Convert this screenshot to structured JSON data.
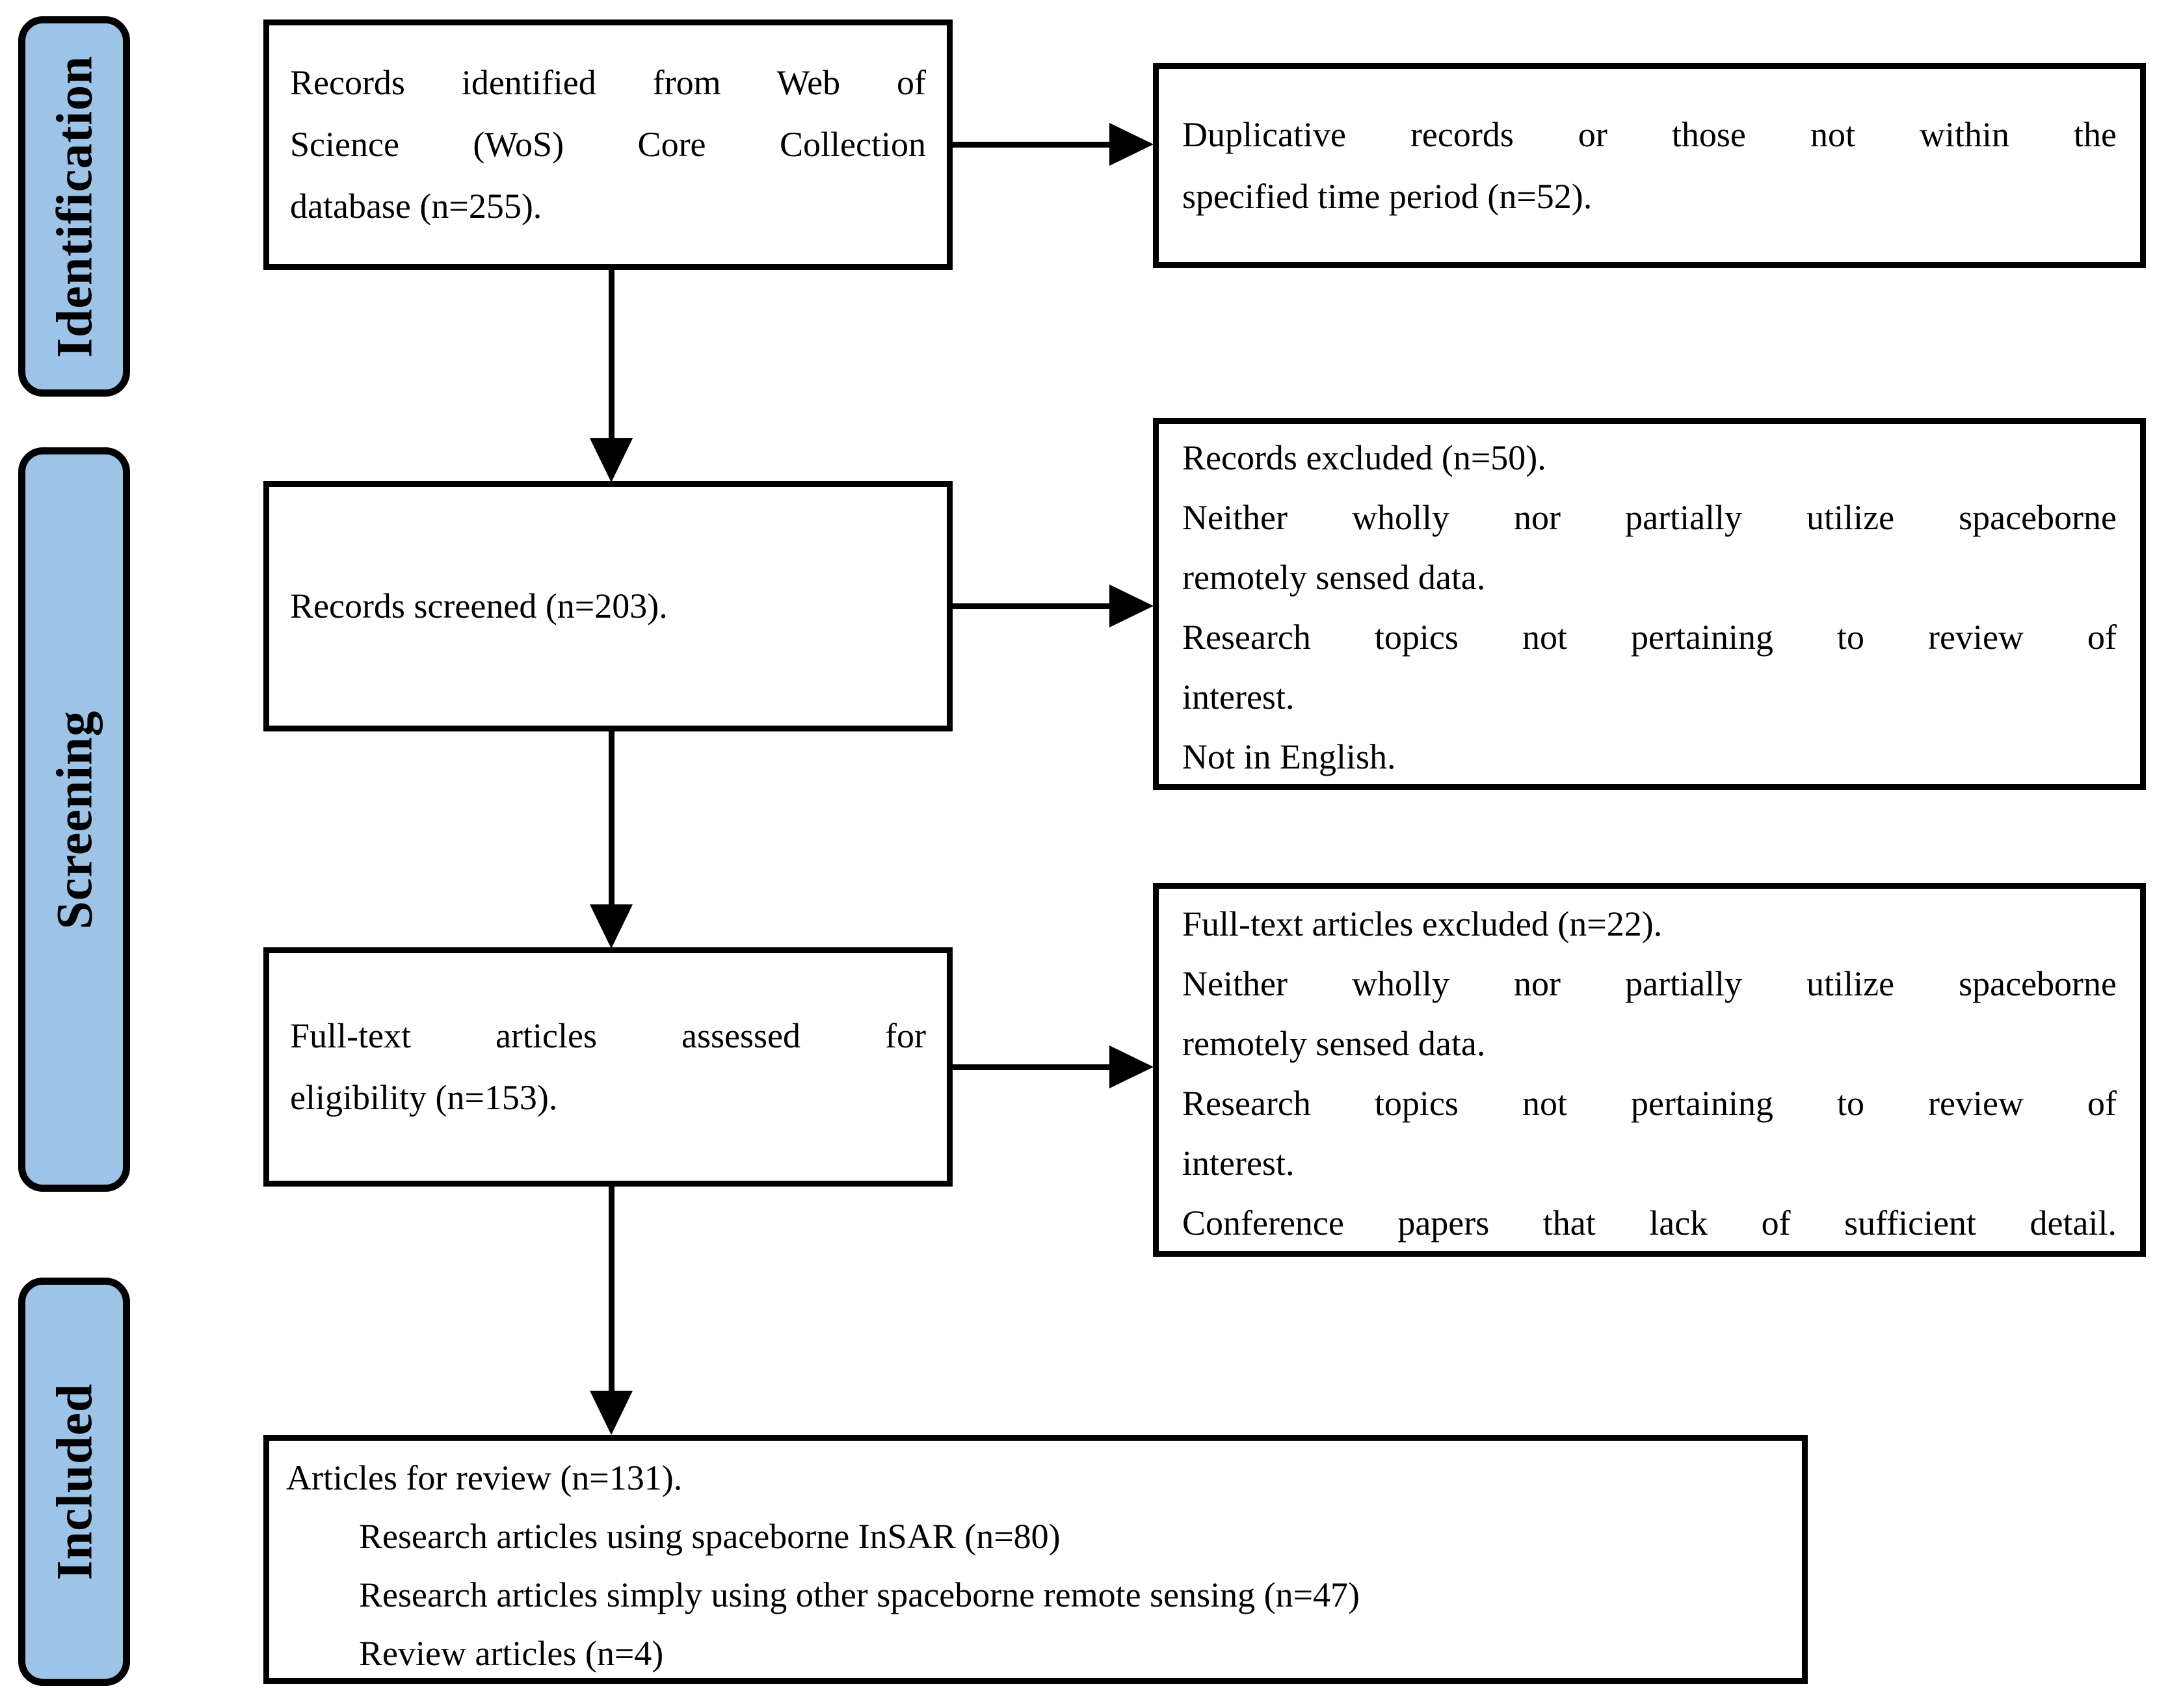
{
  "diagram": {
    "type": "prisma-flowchart",
    "colors": {
      "stage_fill": "#9DC3E6",
      "line_and_border": "#000000",
      "background": "#FFFFFF",
      "text": "#000000"
    },
    "stage_labels": [
      {
        "label": "Identification"
      },
      {
        "label": "Screening"
      },
      {
        "label": "Included"
      }
    ],
    "flow_boxes": {
      "identified": {
        "lines": [
          "Records identified from Web of",
          "Science (WoS) Core Collection",
          "database (n=255)."
        ]
      },
      "screened": {
        "lines": [
          "Records screened (n=203)."
        ]
      },
      "fulltext_assessed": {
        "lines": [
          "Full-text articles assessed for",
          "eligibility (n=153)."
        ]
      },
      "articles_for_review": {
        "lines": [
          "Articles for review (n=131).",
          "Research articles using spaceborne InSAR (n=80)",
          "Research articles simply using other spaceborne remote sensing (n=47)",
          "Review articles (n=4)"
        ]
      }
    },
    "exclusion_boxes": {
      "duplicative_records": {
        "lines": [
          "Duplicative records or those not within the",
          "specified time period (n=52)."
        ]
      },
      "records_excluded": {
        "lines": [
          "Records excluded (n=50).",
          "Neither wholly nor partially utilize spaceborne",
          "remotely sensed data.",
          "Research topics not pertaining to review of",
          "interest.",
          "Not in English."
        ]
      },
      "fulltext_excluded": {
        "lines": [
          "Full-text articles excluded (n=22).",
          "Neither wholly nor partially utilize spaceborne",
          "remotely sensed data.",
          "Research topics not pertaining to review of",
          "interest.",
          "Conference papers that lack of sufficient detail."
        ]
      }
    }
  }
}
